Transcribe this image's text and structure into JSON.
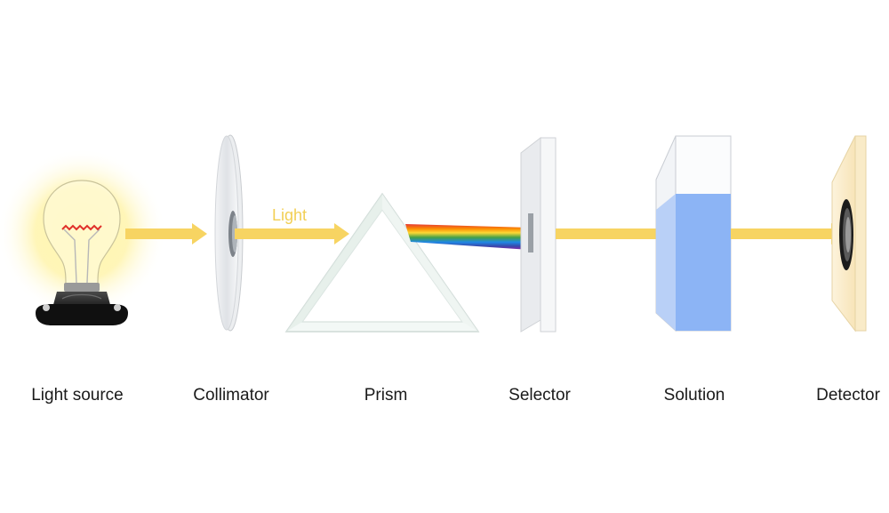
{
  "diagram": {
    "beam_label": "Light",
    "components": [
      {
        "label": "Light source",
        "icon": "light-bulb-icon"
      },
      {
        "label": "Collimator",
        "icon": "collimator-lens-icon"
      },
      {
        "label": "Prism",
        "icon": "prism-icon"
      },
      {
        "label": "Selector",
        "icon": "slit-selector-icon"
      },
      {
        "label": "Solution",
        "icon": "cuvette-solution-icon"
      },
      {
        "label": "Detector",
        "icon": "detector-icon"
      }
    ]
  },
  "colors": {
    "beam": "#f7d462",
    "beam_label": "#f2cf55",
    "glow": "#fff3a6",
    "solution": "#8cb4f5",
    "filament": "#e0312b"
  }
}
